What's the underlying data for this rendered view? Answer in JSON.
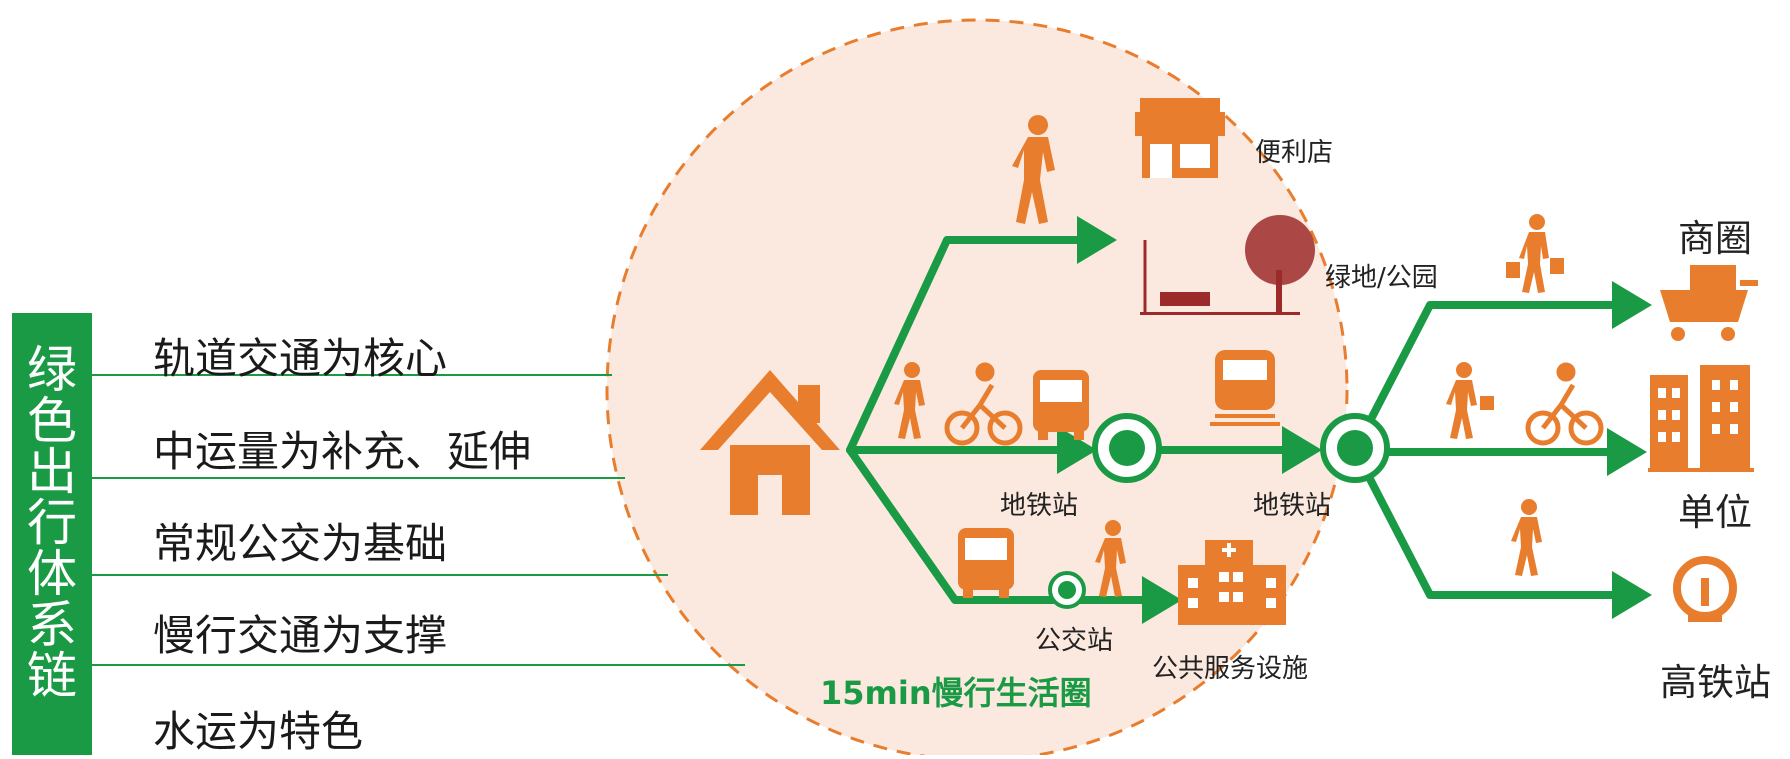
{
  "colors": {
    "green": "#1a9a45",
    "orange": "#e87d2e",
    "circle_fill": "#fbe9df",
    "tree_red": "#9c2a2a"
  },
  "system": {
    "title_chars": [
      "绿",
      "色",
      "出",
      "行",
      "体",
      "系",
      "链"
    ],
    "items": [
      "轨道交通为核心",
      "中运量为补充、延伸",
      "常规公交为基础",
      "慢行交通为支撑",
      "水运为特色"
    ]
  },
  "circle_title": "15min慢行生活圈",
  "nodes": {
    "convenience_store": "便利店",
    "green_park": "绿地/公园",
    "metro_station_1": "地铁站",
    "metro_station_2": "地铁站",
    "bus_stop": "公交站",
    "public_facility": "公共服务设施"
  },
  "destinations": {
    "business_district": "商圈",
    "workplace": "单位",
    "high_speed_rail": "高铁站"
  },
  "icons": [
    "house-icon",
    "pedestrian-icon",
    "cyclist-icon",
    "bus-icon",
    "train-icon",
    "store-icon",
    "park-icon",
    "hospital-icon",
    "shopper-icon",
    "shopping-cart-icon",
    "building-icon",
    "rail-logo-icon"
  ]
}
